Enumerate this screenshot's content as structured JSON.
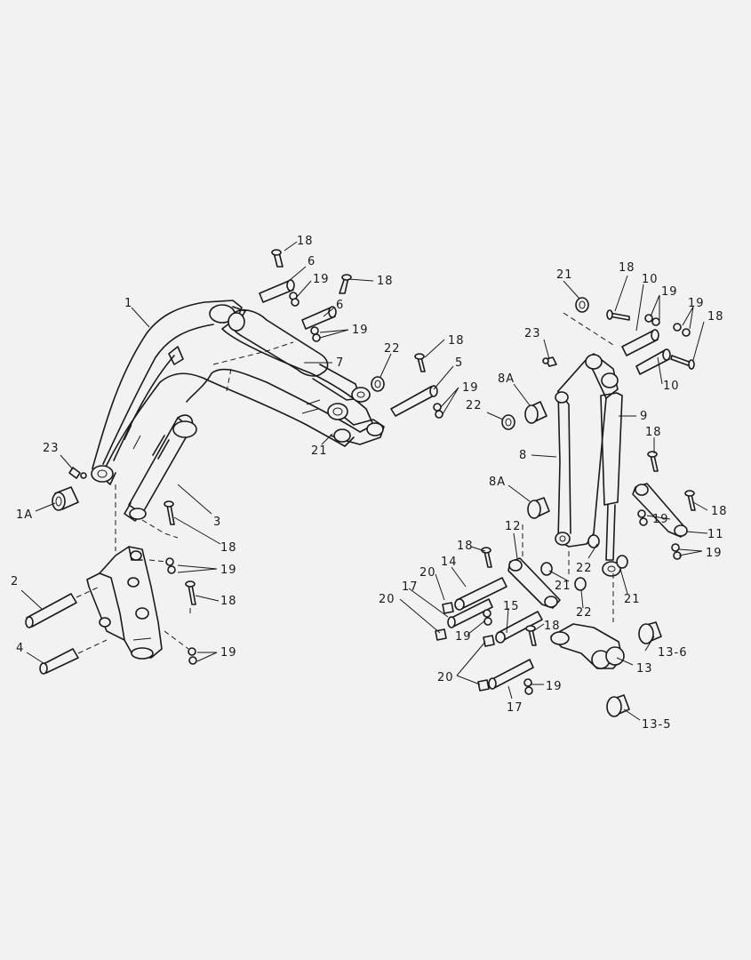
{
  "diagram": {
    "labels": [
      {
        "key": "boom",
        "text": "1"
      },
      {
        "key": "bushing-boom",
        "text": "1A"
      },
      {
        "key": "pin-boom-foot",
        "text": "2"
      },
      {
        "key": "cyl-boom",
        "text": "3"
      },
      {
        "key": "pin-4",
        "text": "4"
      },
      {
        "key": "pin-5",
        "text": "5"
      },
      {
        "key": "pin-6a",
        "text": "6"
      },
      {
        "key": "pin-6b",
        "text": "6"
      },
      {
        "key": "cyl-arm",
        "text": "7"
      },
      {
        "key": "arm",
        "text": "8"
      },
      {
        "key": "bushing-8a-top",
        "text": "8A"
      },
      {
        "key": "bushing-8a-bot",
        "text": "8A"
      },
      {
        "key": "cyl-bucket",
        "text": "9"
      },
      {
        "key": "pin-10a",
        "text": "10"
      },
      {
        "key": "pin-10b",
        "text": "10"
      },
      {
        "key": "link-11",
        "text": "11"
      },
      {
        "key": "link-12",
        "text": "12"
      },
      {
        "key": "link-13",
        "text": "13"
      },
      {
        "key": "bush-13-6",
        "text": "13-6"
      },
      {
        "key": "bush-13-5",
        "text": "13-5"
      },
      {
        "key": "pin-14",
        "text": "14"
      },
      {
        "key": "pin-15",
        "text": "15"
      },
      {
        "key": "pin-17a",
        "text": "17"
      },
      {
        "key": "pin-17b",
        "text": "17"
      },
      {
        "key": "bolt-18-a",
        "text": "18"
      },
      {
        "key": "bolt-18-b",
        "text": "18"
      },
      {
        "key": "bolt-18-c",
        "text": "18"
      },
      {
        "key": "bolt-18-d",
        "text": "18"
      },
      {
        "key": "bolt-18-e",
        "text": "18"
      },
      {
        "key": "bolt-18-f",
        "text": "18"
      },
      {
        "key": "bolt-18-g",
        "text": "18"
      },
      {
        "key": "bolt-18-h",
        "text": "18"
      },
      {
        "key": "bolt-18-i",
        "text": "18"
      },
      {
        "key": "bolt-18-j",
        "text": "18"
      },
      {
        "key": "bolt-18-k",
        "text": "18"
      },
      {
        "key": "bolt-18-l",
        "text": "18"
      },
      {
        "key": "nut-19-a",
        "text": "19"
      },
      {
        "key": "nut-19-b",
        "text": "19"
      },
      {
        "key": "nut-19-c",
        "text": "19"
      },
      {
        "key": "nut-19-d",
        "text": "19"
      },
      {
        "key": "nut-19-e",
        "text": "19"
      },
      {
        "key": "nut-19-f",
        "text": "19"
      },
      {
        "key": "nut-19-g",
        "text": "19"
      },
      {
        "key": "nut-19-h",
        "text": "19"
      },
      {
        "key": "nut-19-i",
        "text": "19"
      },
      {
        "key": "nut-19-j",
        "text": "19"
      },
      {
        "key": "nut-19-k",
        "text": "19"
      },
      {
        "key": "nut-19-l",
        "text": "19"
      },
      {
        "key": "fit-20-a",
        "text": "20"
      },
      {
        "key": "fit-20-b",
        "text": "20"
      },
      {
        "key": "fit-20-c",
        "text": "20"
      },
      {
        "key": "ring-21-a",
        "text": "21"
      },
      {
        "key": "ring-21-b",
        "text": "21"
      },
      {
        "key": "ring-21-c",
        "text": "21"
      },
      {
        "key": "ring-21-d",
        "text": "21"
      },
      {
        "key": "shim-22-a",
        "text": "22"
      },
      {
        "key": "shim-22-b",
        "text": "22"
      },
      {
        "key": "shim-22-c",
        "text": "22"
      },
      {
        "key": "shim-22-d",
        "text": "22"
      },
      {
        "key": "grease-23-a",
        "text": "23"
      },
      {
        "key": "grease-23-b",
        "text": "23"
      }
    ]
  }
}
